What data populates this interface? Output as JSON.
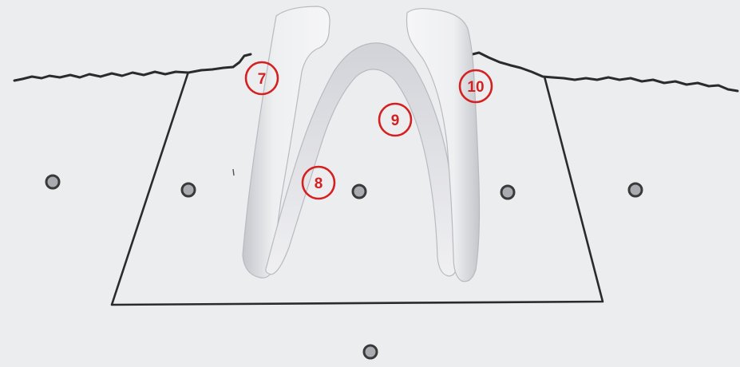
{
  "colors": {
    "paper": "#ecedef",
    "ink": "#2b2b2b",
    "marker": "#d42020",
    "shape_fill": "#f3f3f5",
    "shape_shadow": "#c4c6cb"
  },
  "markers": [
    {
      "id": "7",
      "label": "7"
    },
    {
      "id": "8",
      "label": "8"
    },
    {
      "id": "9",
      "label": "9"
    },
    {
      "id": "10",
      "label": "10"
    }
  ],
  "pegs": [
    {
      "id": "peg-1"
    },
    {
      "id": "peg-2"
    },
    {
      "id": "peg-3"
    },
    {
      "id": "peg-4"
    },
    {
      "id": "peg-5"
    },
    {
      "id": "peg-6"
    }
  ]
}
